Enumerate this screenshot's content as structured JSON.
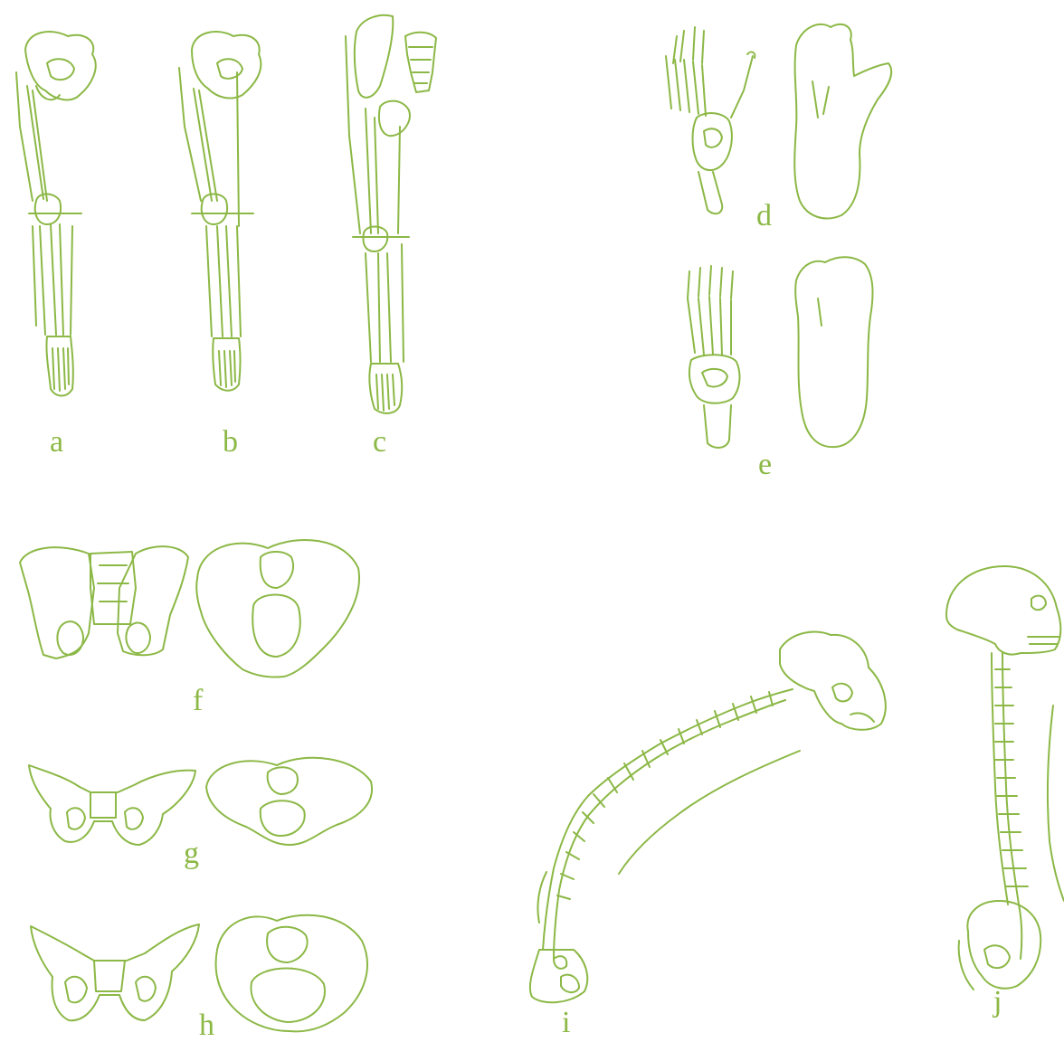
{
  "colors": {
    "line": "#8cb846",
    "background": "#ffffff"
  },
  "panels": {
    "a": "a",
    "b": "b",
    "c": "c",
    "d": "d",
    "e": "e",
    "f": "f",
    "g": "g",
    "h": "h",
    "i": "i",
    "j": "j"
  }
}
